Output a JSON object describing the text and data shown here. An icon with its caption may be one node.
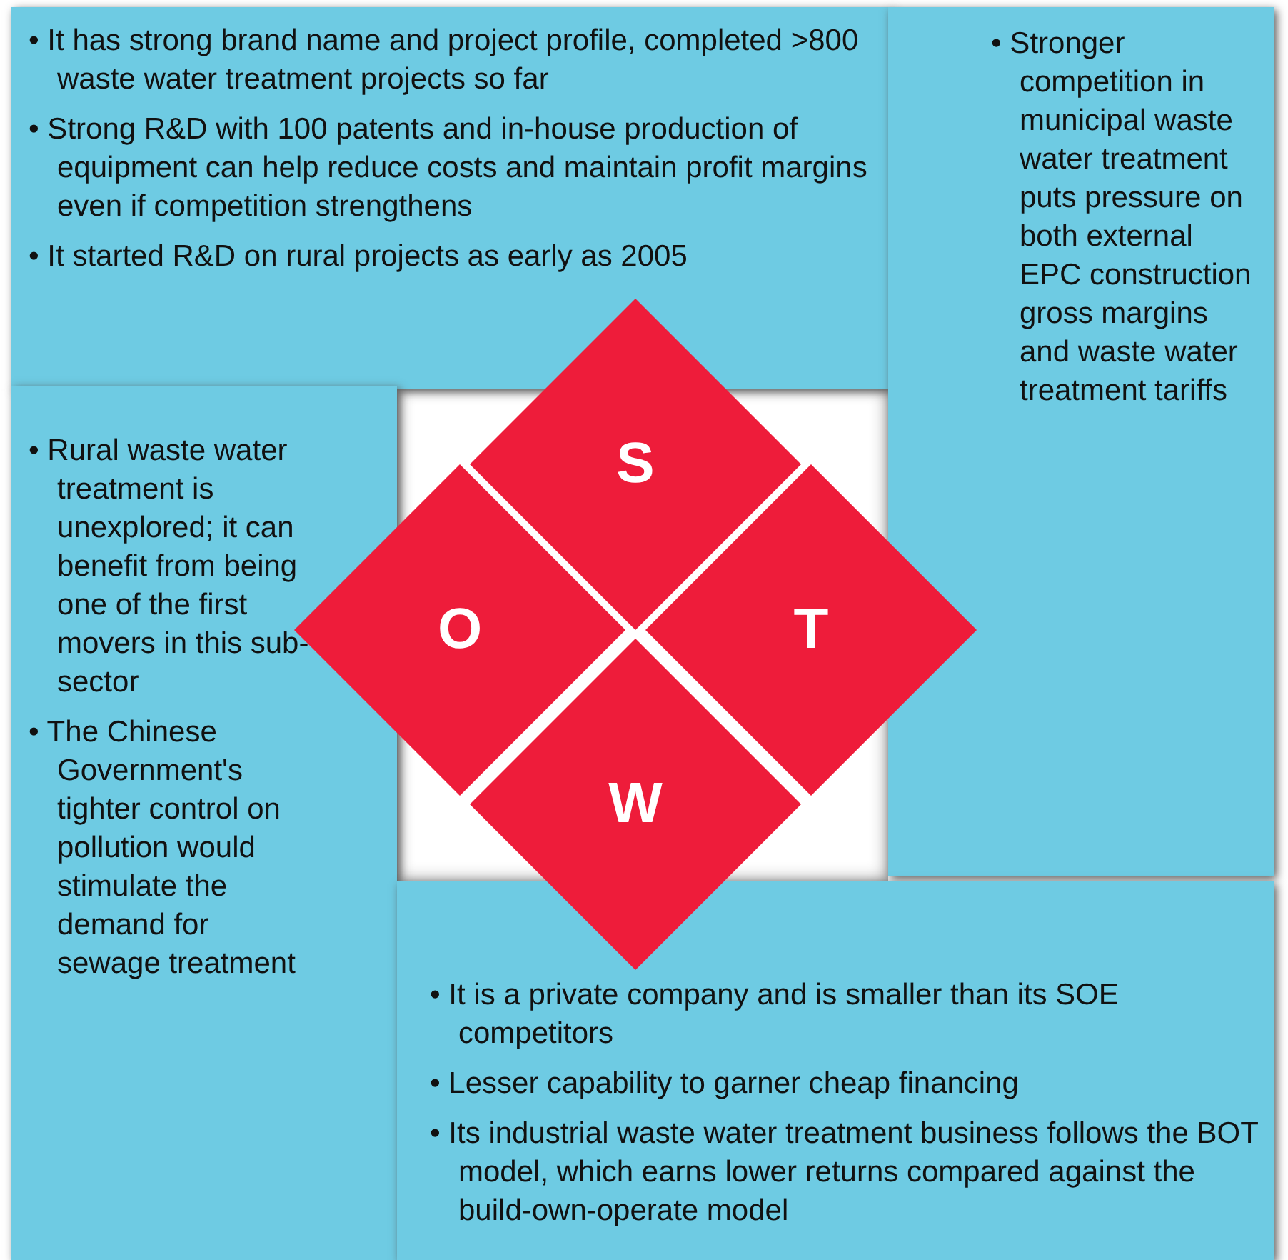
{
  "diagram": {
    "nodes": [
      {
        "text": [
          "• It has strong brand name and project profile, completed >800 waste water treatment projects so far",
          "• Strong R&D with 100 patents and in-house production of equipment can help reduce costs and maintain profit margins even if competition strengthens",
          "• It started R&D on rural projects as early as 2005"
        ]
      },
      {
        "text": [
          "• Stronger competition in municipal waste water treatment puts pressure on both external EPC construction gross margins and waste water treatment tariffs"
        ]
      },
      {
        "text": [
          "• Rural waste water treatment is unexplored; it can benefit from being one of the first movers in this sub-sector",
          "• The Chinese Government's tighter control on pollution would stimulate the demand for sewage treatment"
        ]
      },
      {
        "text": [
          "S"
        ]
      },
      {
        "text": [
          "O"
        ]
      },
      {
        "text": [
          "T"
        ]
      },
      {
        "text": [
          "W"
        ]
      },
      {
        "text": [
          "• It is a private company and is smaller than its SOE competitors",
          "• Lesser capability to garner cheap financing",
          "• Its industrial waste water treatment business follows the BOT model, which earns lower returns compared against the build-own-operate model"
        ]
      }
    ],
    "edges": []
  }
}
